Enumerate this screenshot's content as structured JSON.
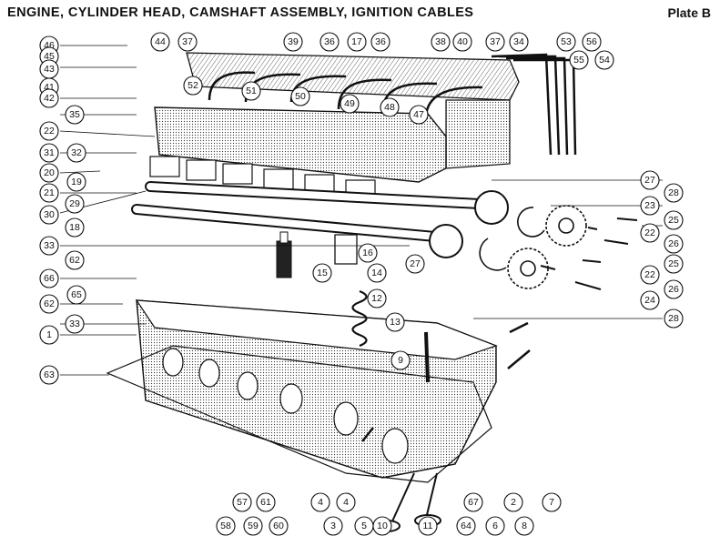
{
  "header": {
    "title": "ENGINE, CYLINDER HEAD, CAMSHAFT ASSEMBLY, IGNITION CABLES",
    "plate": "Plate B"
  },
  "callouts": [
    {
      "id": "c46",
      "label": "46"
    },
    {
      "id": "c44",
      "label": "44"
    },
    {
      "id": "c45",
      "label": "45"
    },
    {
      "id": "c43",
      "label": "43"
    },
    {
      "id": "c41",
      "label": "41"
    },
    {
      "id": "c42",
      "label": "42"
    },
    {
      "id": "c35",
      "label": "35"
    },
    {
      "id": "c22a",
      "label": "22"
    },
    {
      "id": "c31",
      "label": "31"
    },
    {
      "id": "c32",
      "label": "32"
    },
    {
      "id": "c20",
      "label": "20"
    },
    {
      "id": "c19",
      "label": "19"
    },
    {
      "id": "c21",
      "label": "21"
    },
    {
      "id": "c29",
      "label": "29"
    },
    {
      "id": "c30",
      "label": "30"
    },
    {
      "id": "c18",
      "label": "18"
    },
    {
      "id": "c33a",
      "label": "33"
    },
    {
      "id": "c62a",
      "label": "62"
    },
    {
      "id": "c66",
      "label": "66"
    },
    {
      "id": "c65",
      "label": "65"
    },
    {
      "id": "c62b",
      "label": "62"
    },
    {
      "id": "c33b",
      "label": "33"
    },
    {
      "id": "c1",
      "label": "1"
    },
    {
      "id": "c63",
      "label": "63"
    },
    {
      "id": "c37a",
      "label": "37"
    },
    {
      "id": "c39",
      "label": "39"
    },
    {
      "id": "c36a",
      "label": "36"
    },
    {
      "id": "c17",
      "label": "17"
    },
    {
      "id": "c36b",
      "label": "36"
    },
    {
      "id": "c38",
      "label": "38"
    },
    {
      "id": "c40",
      "label": "40"
    },
    {
      "id": "c37b",
      "label": "37"
    },
    {
      "id": "c34",
      "label": "34"
    },
    {
      "id": "c53",
      "label": "53"
    },
    {
      "id": "c56",
      "label": "56"
    },
    {
      "id": "c55",
      "label": "55"
    },
    {
      "id": "c54",
      "label": "54"
    },
    {
      "id": "c52",
      "label": "52"
    },
    {
      "id": "c51",
      "label": "51"
    },
    {
      "id": "c50",
      "label": "50"
    },
    {
      "id": "c49",
      "label": "49"
    },
    {
      "id": "c48",
      "label": "48"
    },
    {
      "id": "c47",
      "label": "47"
    },
    {
      "id": "c27a",
      "label": "27"
    },
    {
      "id": "c28a",
      "label": "28"
    },
    {
      "id": "c23",
      "label": "23"
    },
    {
      "id": "c25a",
      "label": "25"
    },
    {
      "id": "c22b",
      "label": "22"
    },
    {
      "id": "c26a",
      "label": "26"
    },
    {
      "id": "c25b",
      "label": "25"
    },
    {
      "id": "c22c",
      "label": "22"
    },
    {
      "id": "c26b",
      "label": "26"
    },
    {
      "id": "c24",
      "label": "24"
    },
    {
      "id": "c28b",
      "label": "28"
    },
    {
      "id": "c16",
      "label": "16"
    },
    {
      "id": "c27b",
      "label": "27"
    },
    {
      "id": "c15",
      "label": "15"
    },
    {
      "id": "c14",
      "label": "14"
    },
    {
      "id": "c12",
      "label": "12"
    },
    {
      "id": "c13",
      "label": "13"
    },
    {
      "id": "c9",
      "label": "9"
    },
    {
      "id": "c57",
      "label": "57"
    },
    {
      "id": "c61",
      "label": "61"
    },
    {
      "id": "c4a",
      "label": "4"
    },
    {
      "id": "c4b",
      "label": "4"
    },
    {
      "id": "c58",
      "label": "58"
    },
    {
      "id": "c59",
      "label": "59"
    },
    {
      "id": "c60",
      "label": "60"
    },
    {
      "id": "c3",
      "label": "3"
    },
    {
      "id": "c5",
      "label": "5"
    },
    {
      "id": "c10",
      "label": "10"
    },
    {
      "id": "c11",
      "label": "11"
    },
    {
      "id": "c64",
      "label": "64"
    },
    {
      "id": "c67",
      "label": "67"
    },
    {
      "id": "c6",
      "label": "6"
    },
    {
      "id": "c2",
      "label": "2"
    },
    {
      "id": "c8",
      "label": "8"
    },
    {
      "id": "c7",
      "label": "7"
    }
  ]
}
